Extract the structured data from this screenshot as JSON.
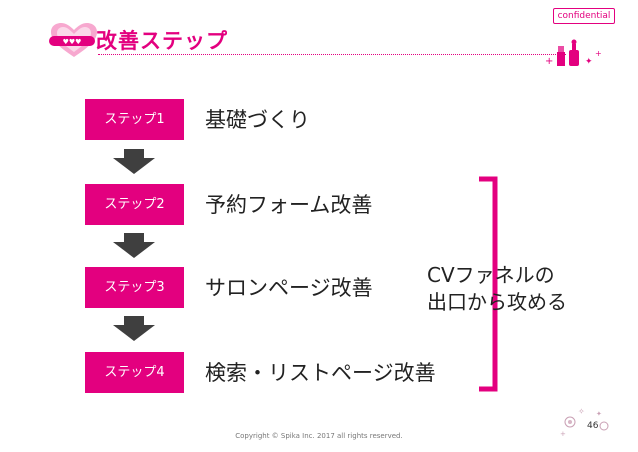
{
  "header": {
    "confidential_label": "confidential",
    "title": "改善ステップ",
    "logo_icon": "heart-logo-icon",
    "accent_color": "#e3007f"
  },
  "steps": [
    {
      "label": "ステップ1",
      "description": "基礎づくり"
    },
    {
      "label": "ステップ2",
      "description": "予約フォーム改善"
    },
    {
      "label": "ステップ3",
      "description": "サロンページ改善"
    },
    {
      "label": "ステップ4",
      "description": "検索・リストページ改善"
    }
  ],
  "note": {
    "line1": "CVファネルの",
    "line2": "出口から攻める"
  },
  "footer": {
    "copyright": "Copyright © Spika Inc. 2017 all rights reserved.",
    "page_number": "46"
  }
}
